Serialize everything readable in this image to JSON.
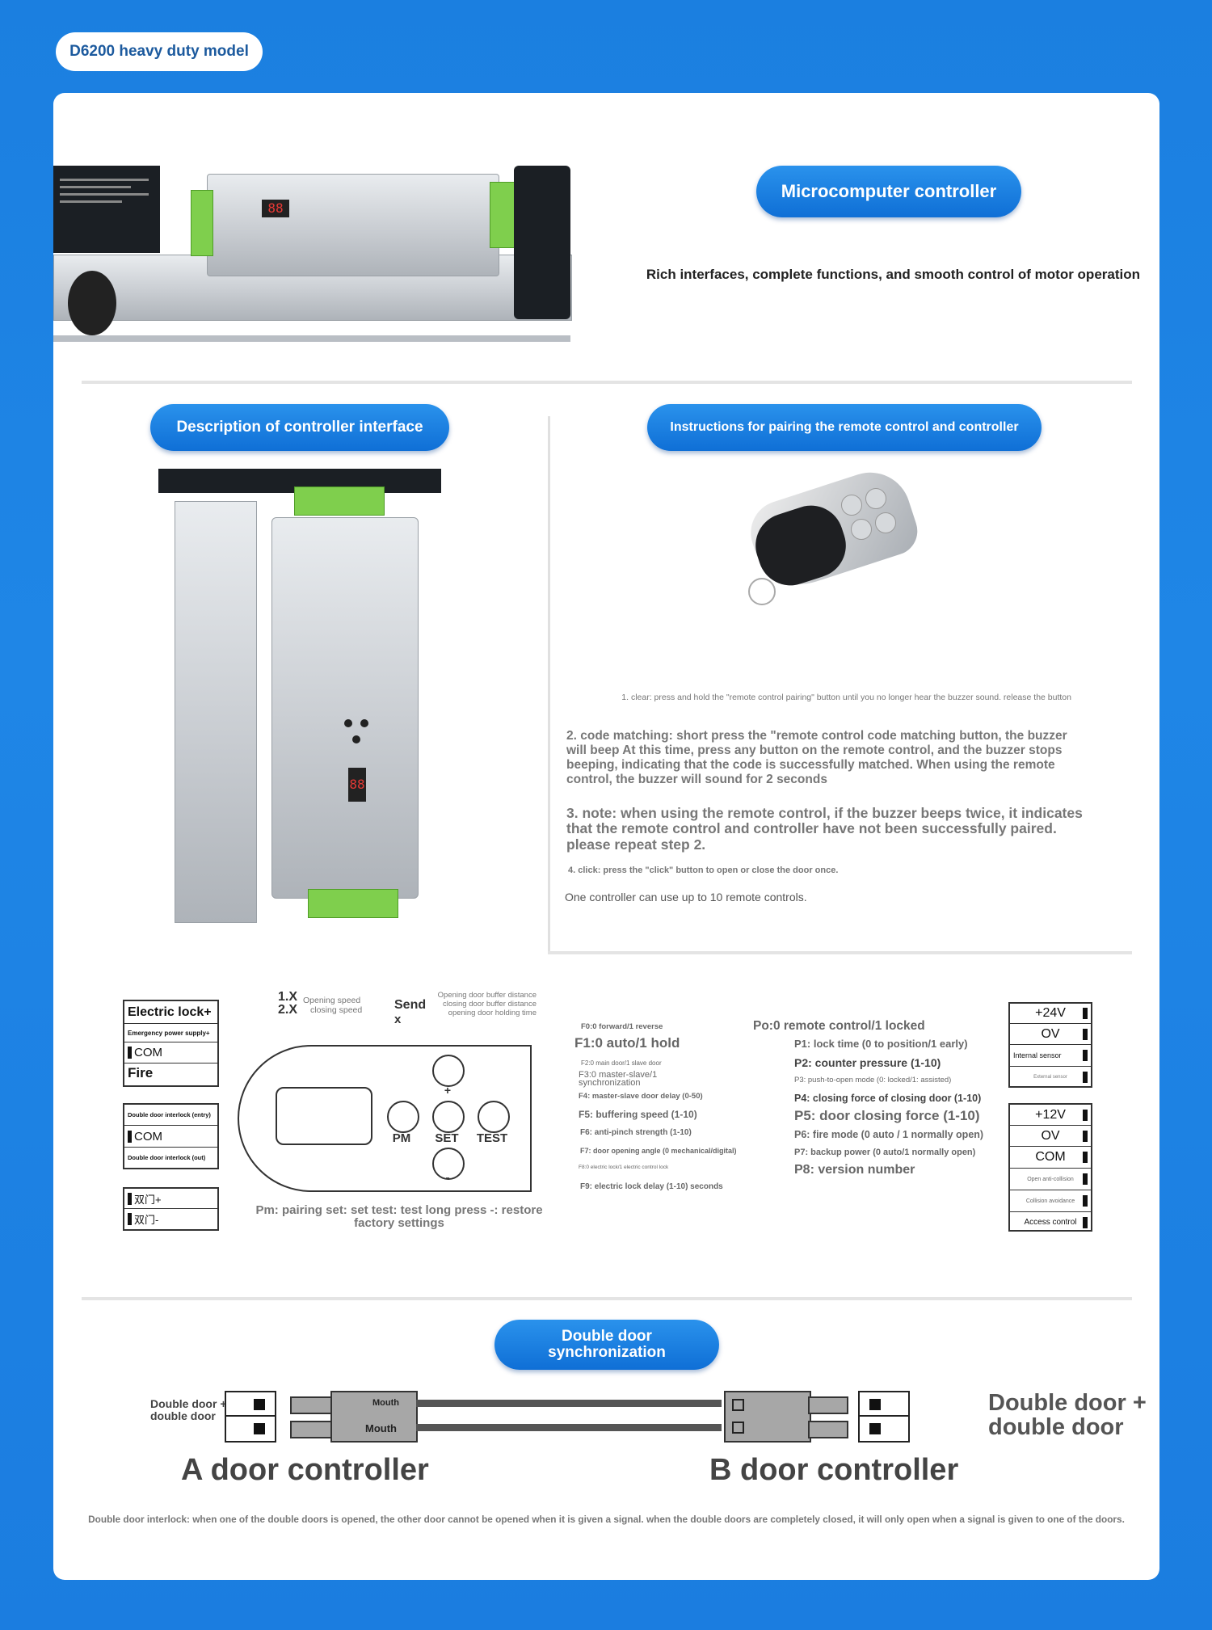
{
  "model_tag": "D6200 heavy duty model",
  "controller_section": {
    "title": "Microcomputer controller",
    "subtitle": "Rich interfaces, complete functions, and smooth control of motor operation"
  },
  "interface_section": {
    "title": "Description of controller interface"
  },
  "pairing_section": {
    "title": "Instructions for pairing the remote control and controller",
    "step1": "1. clear: press and hold the \"remote control pairing\" button until you no longer hear the buzzer sound. release the button",
    "step2": "2. code matching: short press the \"remote control code matching button, the buzzer will beep At this time, press any button on the remote control, and the buzzer stops beeping, indicating that the code is successfully matched. When using the remote control, the buzzer will sound for 2 seconds",
    "step3": "3. note: when using the remote control, if the buzzer beeps twice, it indicates that the remote control and controller have not been successfully paired. please repeat step 2.",
    "step4": "4. click: press the \"click\" button to open or close the door once.",
    "note": "One controller can use up to 10 remote controls."
  },
  "diagram": {
    "left_block_1": [
      "Electric lock+",
      "Emergency power supply+",
      "COM",
      "Fire"
    ],
    "left_block_2": [
      "Double door interlock (entry)",
      "COM",
      "Double door interlock (out)"
    ],
    "left_block_3": [
      "双门+",
      "双门-"
    ],
    "speed_labels": {
      "num1": "1.X",
      "num2": "2.X",
      "text1": "Opening speed",
      "text2": "closing speed"
    },
    "send_label": {
      "line1": "Send",
      "line2": "x"
    },
    "buffer_text": "Opening door buffer distance closing door buffer distance opening door holding time",
    "buttons": {
      "plus": "+",
      "minus": "-",
      "pm": "PM",
      "set": "SET",
      "test": "TEST"
    },
    "panel_caption": "Pm: pairing set: set test: test long press -: restore factory settings",
    "f_params": [
      "F0:0 forward/1 reverse",
      "F1:0 auto/1 hold",
      "F2:0 main door/1 slave door",
      "F3:0 master-slave/1 synchronization",
      "F4: master-slave door delay (0-50)",
      "F5: buffering speed (1-10)",
      "F6: anti-pinch strength (1-10)",
      "F7: door opening angle (0 mechanical/digital)",
      "F8:0 electric lock/1 electric control lock",
      "F9: electric lock delay (1-10) seconds"
    ],
    "p_params": [
      "Po:0 remote control/1 locked",
      "P1: lock time (0 to position/1 early)",
      "P2: counter pressure (1-10)",
      "P3: push-to-open mode (0: locked/1: assisted)",
      "P4: closing force of closing door (1-10)",
      "P5: door closing force (1-10)",
      "P6: fire mode (0 auto / 1 normally open)",
      "P7: backup power (0 auto/1 normally open)",
      "P8: version number"
    ],
    "right_block_1": [
      "+24V",
      "OV",
      "Internal sensor",
      "External sensor"
    ],
    "right_block_2": [
      "+12V",
      "OV",
      "COM",
      "Open anti-collision",
      "Collision avoidance",
      "Access control"
    ]
  },
  "sync_section": {
    "title": "Double door synchronization",
    "left_label": "Double door + double door",
    "mouth1": "Mouth",
    "mouth2": "Mouth",
    "right_label": "Double door + double door",
    "a_controller": "A door controller",
    "b_controller": "B door controller",
    "footnote": "Double door interlock: when one of the double doors is opened, the other door cannot be opened when it is given a signal. when the double doors are completely closed, it will only open when a signal is given to one of the doors."
  }
}
